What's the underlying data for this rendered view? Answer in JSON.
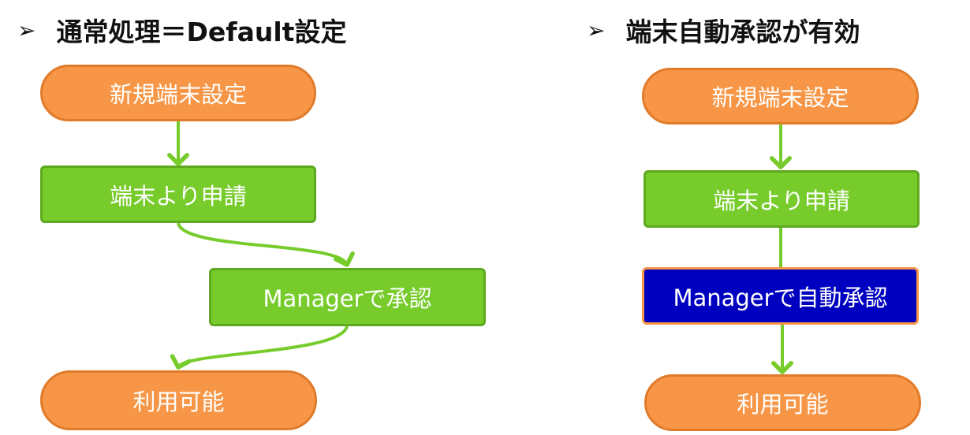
{
  "left": {
    "heading": "通常処理＝Default設定",
    "bullet": "➢",
    "steps": [
      "新規端末設定",
      "端末より申請",
      "Managerで承認",
      "利用可能"
    ]
  },
  "right": {
    "heading": "端末自動承認が有効",
    "bullet": "➢",
    "steps": [
      "新規端末設定",
      "端末より申請",
      "Managerで自動承認",
      "利用可能"
    ]
  },
  "colors": {
    "terminal_fill": "#f79646",
    "process_fill": "#77cc2c",
    "auto_fill": "#0000c0",
    "connector": "#77cc2c"
  }
}
